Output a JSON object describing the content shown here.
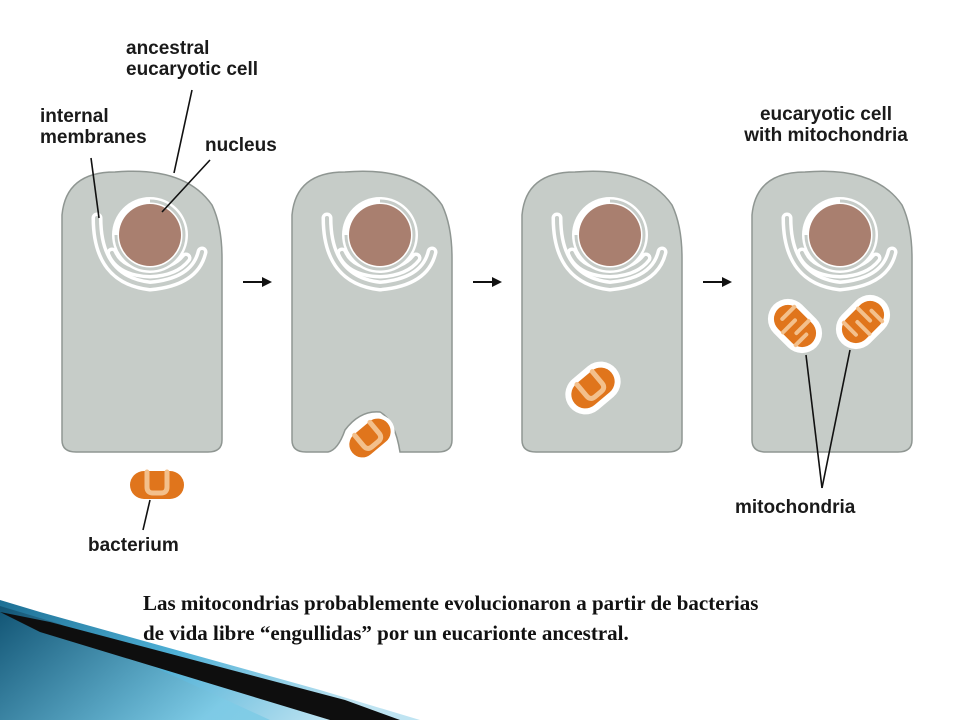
{
  "labels": {
    "ancestral_line1": "ancestral",
    "ancestral_line2": "eucaryotic cell",
    "internal_line1": "internal",
    "internal_line2": "membranes",
    "nucleus": "nucleus",
    "final_line1": "eucaryotic cell",
    "final_line2": "with mitochondria",
    "mitochondria": "mitochondria",
    "bacterium": "bacterium"
  },
  "caption": {
    "line1": "Las mitocondrias probablemente evolucionaron a partir de bacterias",
    "line2": "de vida libre “engullidas” por un eucarionte ancestral."
  },
  "colors": {
    "cell_fill": "#c6ccc8",
    "cell_stroke": "#8f9692",
    "nucleus": "#a97f6f",
    "bacterium": "#e0751c",
    "bacterium_dark": "#b85a10",
    "accent_teal": "#1f7fa6",
    "accent_light": "#5ab8d8"
  },
  "icons": {
    "arrow": "right-arrow-icon",
    "decoration": "corner-ribbon"
  }
}
